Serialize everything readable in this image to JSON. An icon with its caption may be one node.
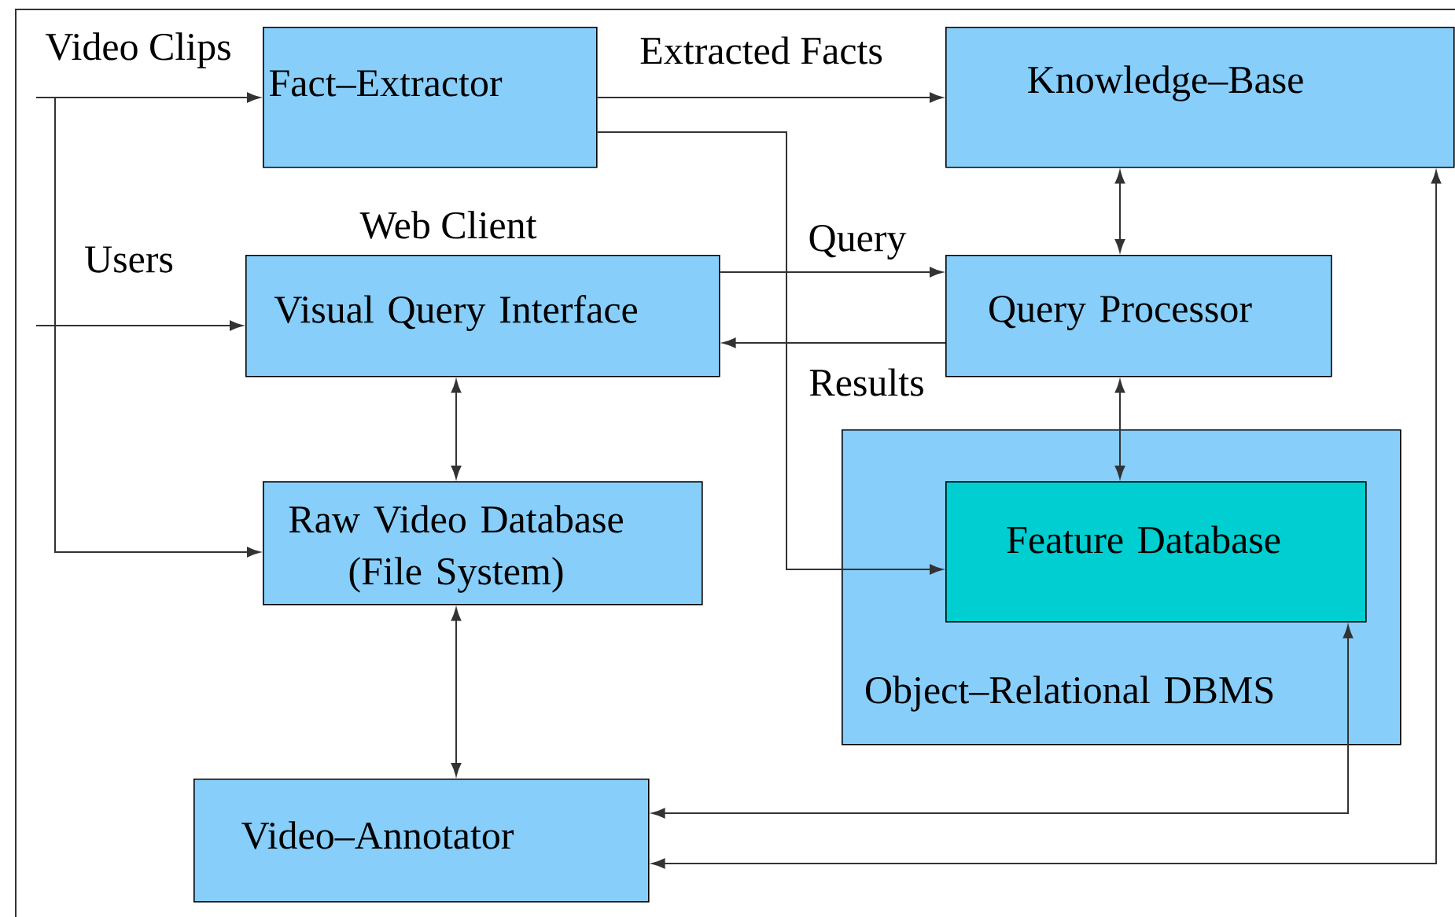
{
  "diagram": {
    "nodes": [
      {
        "text": [
          "Fact–Extractor"
        ]
      },
      {
        "text": [
          "Knowledge–Base"
        ]
      },
      {
        "text": [
          "Visual Query Interface"
        ],
        "beside": [
          "Web Client"
        ]
      },
      {
        "text": [
          "Query Processor"
        ]
      },
      {
        "text": [
          "Object–Relational DBMS"
        ]
      },
      {
        "text": [
          "Feature Database"
        ],
        "in": 4
      },
      {
        "text": [
          "Raw Video Database (File System)"
        ]
      },
      {
        "text": [
          "Video–Annotator"
        ]
      }
    ],
    "edges": [
      {
        "from": null,
        "to": 0,
        "arrow": "to",
        "label": "Video Clips"
      },
      {
        "from": null,
        "to": 6,
        "arrow": "to"
      },
      {
        "from": 0,
        "to": 1,
        "arrow": "to",
        "label": "Extracted Facts"
      },
      {
        "from": 0,
        "to": 5,
        "arrow": "to"
      },
      {
        "from": null,
        "to": 2,
        "arrow": "to",
        "label": "Users"
      },
      {
        "from": 2,
        "to": 3,
        "arrow": "to",
        "label": "Query"
      },
      {
        "from": 3,
        "to": 2,
        "arrow": "to",
        "label": "Results"
      },
      {
        "from": 1,
        "to": 3,
        "arrow": "both"
      },
      {
        "from": 3,
        "to": 5,
        "arrow": "both"
      },
      {
        "from": 2,
        "to": 6,
        "arrow": "both"
      },
      {
        "from": 6,
        "to": 7,
        "arrow": "both"
      },
      {
        "from": 5,
        "to": 7,
        "arrow": "both"
      },
      {
        "from": 7,
        "to": 1,
        "arrow": "both"
      }
    ]
  }
}
